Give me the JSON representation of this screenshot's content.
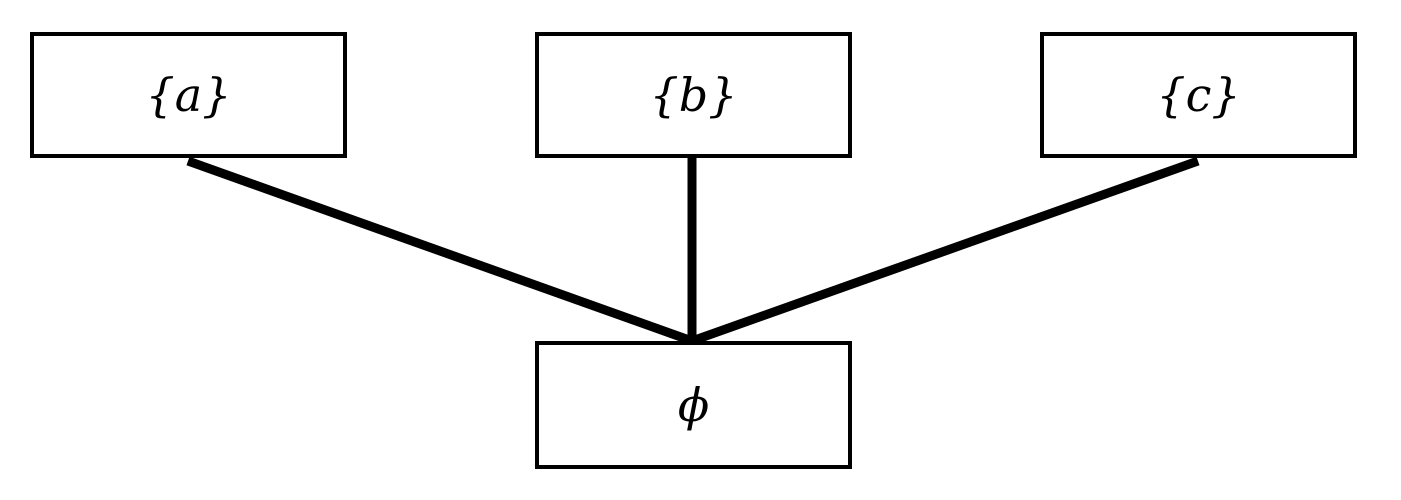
{
  "diagram": {
    "nodes": [
      {
        "id": "a",
        "label": "{a}"
      },
      {
        "id": "b",
        "label": "{b}"
      },
      {
        "id": "c",
        "label": "{c}"
      },
      {
        "id": "empty",
        "label": "ϕ"
      }
    ],
    "edges": [
      {
        "from": "a",
        "to": "empty"
      },
      {
        "from": "b",
        "to": "empty"
      },
      {
        "from": "c",
        "to": "empty"
      }
    ],
    "colors": {
      "stroke": "#000000",
      "background": "#ffffff"
    }
  }
}
